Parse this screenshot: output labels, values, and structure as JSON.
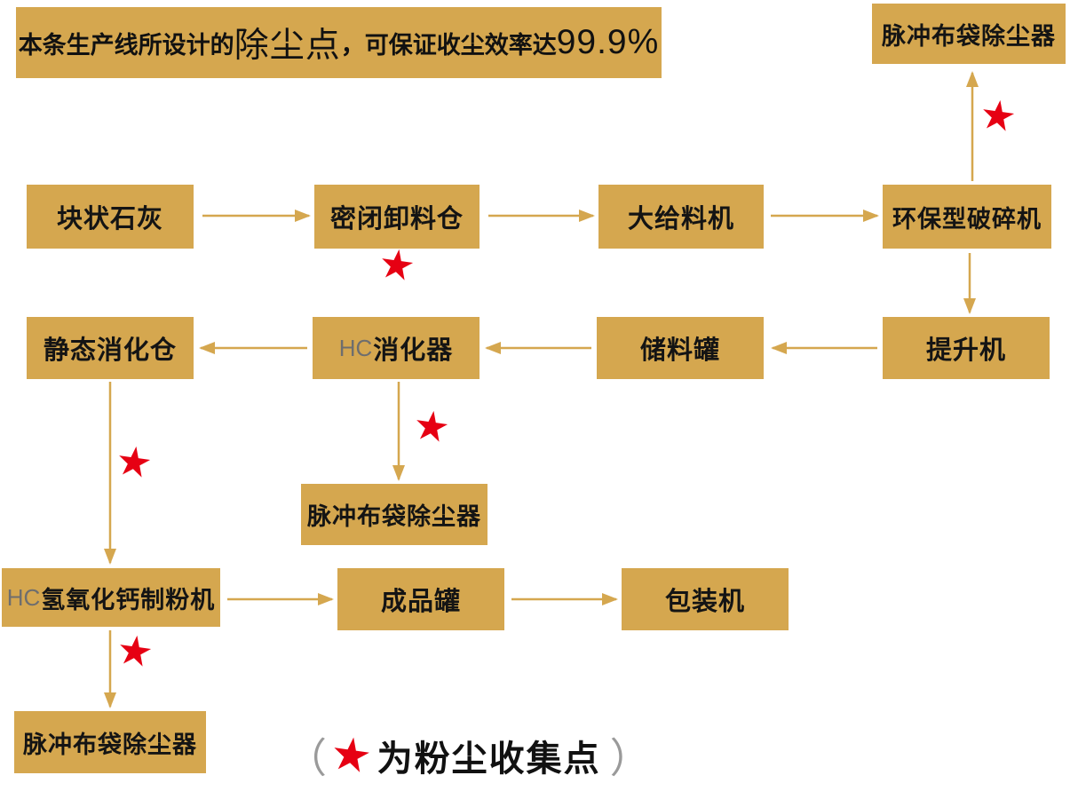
{
  "banner": {
    "part1": "本条生产线所设计的",
    "part2": "除尘点",
    "part3": "，可保证收尘效率达",
    "part4": "99.9%"
  },
  "nodes": {
    "dust_collector_top": {
      "label": "脉冲布袋除尘器"
    },
    "lump_lime": {
      "label": "块状石灰"
    },
    "sealed_unloading_silo": {
      "label": "密闭卸料仓"
    },
    "big_feeder": {
      "label": "大给料机"
    },
    "eco_crusher": {
      "label": "环保型破碎机"
    },
    "static_digestion_silo": {
      "label": "静态消化仓"
    },
    "hc_digester": {
      "prefix": "HC",
      "label": "消化器"
    },
    "storage_tank": {
      "label": "储料罐"
    },
    "bucket_elevator": {
      "label": "提升机"
    },
    "dust_collector_mid": {
      "label": "脉冲布袋除尘器"
    },
    "hc_calcium_hydroxide_mill": {
      "prefix": "HC",
      "label": "氢氧化钙制粉机"
    },
    "product_tank": {
      "label": "成品罐"
    },
    "packing_machine": {
      "label": "包装机"
    },
    "dust_collector_bottom": {
      "label": "脉冲布袋除尘器"
    }
  },
  "legend": {
    "open_paren": "（",
    "text": "为粉尘收集点",
    "close_paren": "）"
  },
  "icons": {
    "star": "★"
  },
  "colors": {
    "box_gold": "#D5A74F",
    "arrow_gold": "#D5A74F",
    "star_red": "#E60013",
    "text_black": "#111111",
    "hc_gray": "#6E6E6E"
  }
}
